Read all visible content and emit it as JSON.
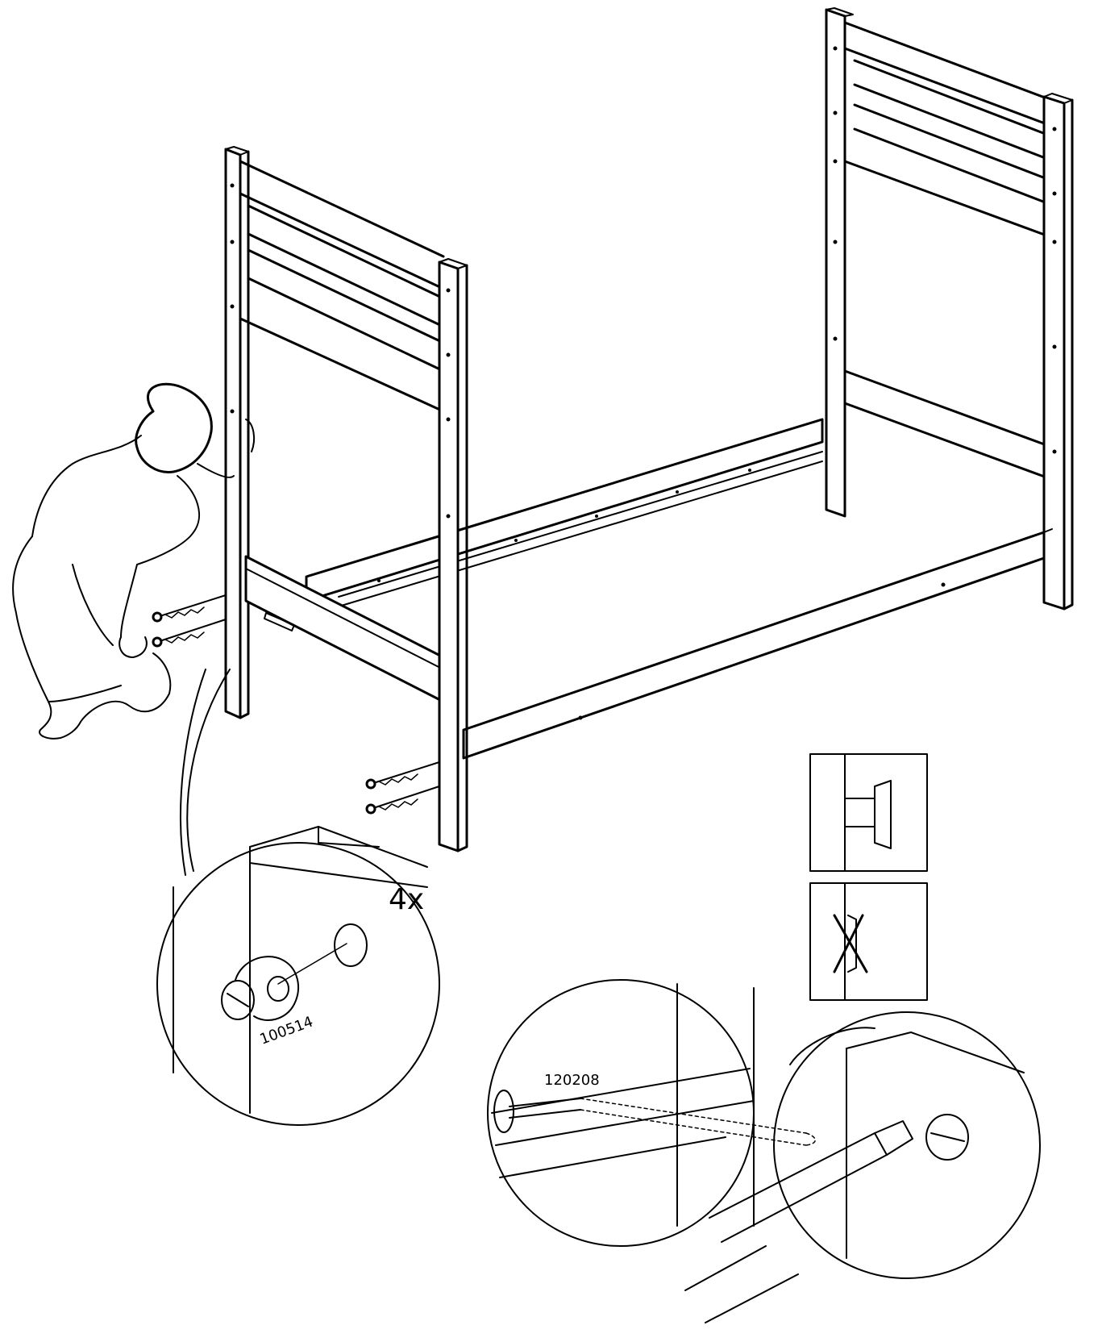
{
  "quantity": "4x",
  "part_numbers": {
    "cam_nut": "100514",
    "bolt": "120208"
  }
}
